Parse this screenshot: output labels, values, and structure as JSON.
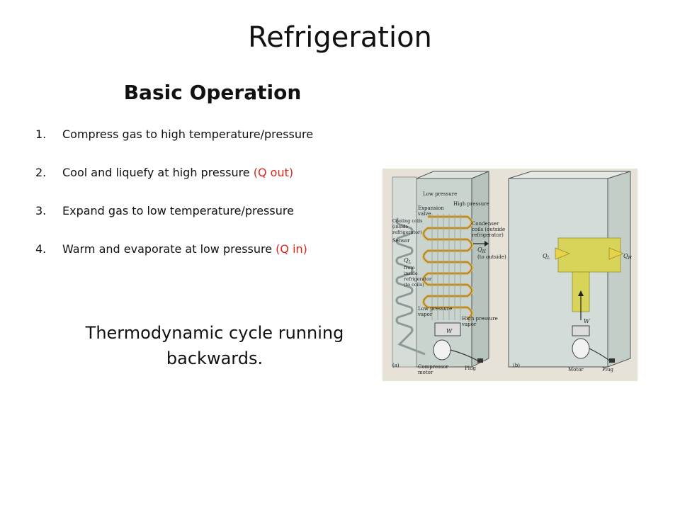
{
  "slide": {
    "title": "Refrigeration",
    "subtitle": "Basic Operation",
    "steps": [
      {
        "num": "1.",
        "text": "Compress gas to high temperature/pressure",
        "note": ""
      },
      {
        "num": "2.",
        "text": "Cool and liquefy at high pressure ",
        "note": "(Q out)"
      },
      {
        "num": "3.",
        "text": "Expand gas to low temperature/pressure",
        "note": ""
      },
      {
        "num": "4.",
        "text": "Warm and evaporate at low pressure ",
        "note": "(Q in)"
      }
    ],
    "summary": "Thermodynamic cycle running backwards."
  },
  "figure": {
    "panel_a": {
      "low_pressure": "Low pressure",
      "expansion_valve_1": "Expansion",
      "expansion_valve_2": "valve",
      "high_pressure": "High pressure",
      "cooling_coils_1": "Cooling coils",
      "cooling_coils_2": "(inside",
      "cooling_coils_3": "refrigerator)",
      "sensor": "Sensor",
      "condenser_1": "Condenser",
      "condenser_2": "coils (outside",
      "condenser_3": "refrigerator)",
      "qh": "Q",
      "qh_sub": "H",
      "qh_note": "(to outside)",
      "ql": "Q",
      "ql_sub": "L",
      "from_1": "from",
      "from_2": "inside",
      "from_3": "refrigerator",
      "from_4": "(to coils)",
      "low_vapor_1": "Low pressure",
      "low_vapor_2": "vapor",
      "high_vapor_1": "High pressure",
      "high_vapor_2": "vapor",
      "w": "W",
      "compressor_1": "Compressor",
      "compressor_2": "motor",
      "plug": "Plug",
      "tag": "(a)"
    },
    "panel_b": {
      "ql": "Q",
      "ql_sub": "L",
      "qh": "Q",
      "qh_sub": "H",
      "w": "W",
      "motor": "Motor",
      "plug": "Plug",
      "tag": "(b)"
    },
    "colors": {
      "cabinet": "#c9d4cf",
      "coil": "#d9b25a",
      "heat_band": "#d8d45a",
      "accent_red": "#e2231a"
    }
  }
}
